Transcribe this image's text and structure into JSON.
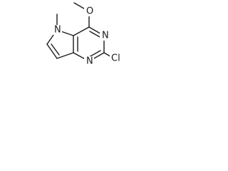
{
  "molecule": {
    "atoms": {
      "methoxy_o": "O",
      "ring_n_1": "N",
      "ring_n_3": "N",
      "pyrrole_n": "N",
      "chlorine": "Cl"
    }
  }
}
